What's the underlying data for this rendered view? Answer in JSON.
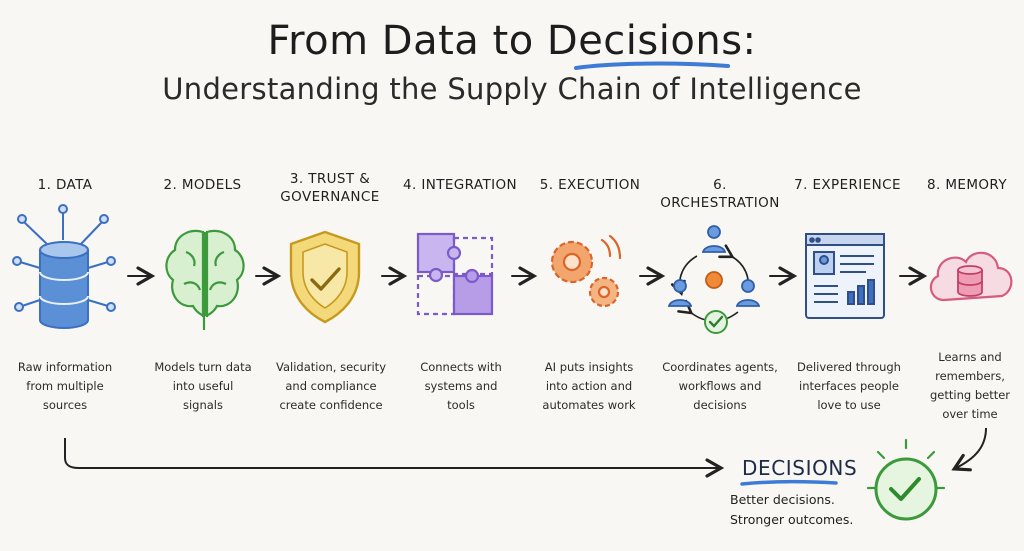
{
  "title": "From Data to Decisions:",
  "subtitle": "Understanding the Supply Chain of Intelligence",
  "steps": [
    {
      "label": "1. Data",
      "desc": [
        "Raw information",
        "from multiple",
        "sources"
      ],
      "icon": "database-icon"
    },
    {
      "label": "2. Models",
      "desc": [
        "Models turn data",
        "into useful",
        "signals"
      ],
      "icon": "brain-icon"
    },
    {
      "label": [
        "3. Trust &",
        "Governance"
      ],
      "desc": [
        "Validation, security",
        "and compliance",
        "create confidence"
      ],
      "icon": "shield-check-icon"
    },
    {
      "label": "4. Integration",
      "desc": [
        "Connects with",
        "systems and",
        "tools"
      ],
      "icon": "puzzle-icon"
    },
    {
      "label": "5. Execution",
      "desc": [
        "AI puts insights",
        "into action and",
        "automates work"
      ],
      "icon": "gears-icon"
    },
    {
      "label": "6. Orchestration",
      "desc": [
        "Coordinates agents,",
        "workflows and",
        "decisions"
      ],
      "icon": "orchestration-icon"
    },
    {
      "label": "7. Experience",
      "desc": [
        "Delivered through",
        "interfaces people",
        "love to use"
      ],
      "icon": "dashboard-icon"
    },
    {
      "label": "8. Memory",
      "desc": [
        "Learns and",
        "remembers,",
        "getting better",
        "over time"
      ],
      "icon": "cloud-database-icon"
    }
  ],
  "decisions": {
    "title": "Decisions",
    "text": [
      "Better decisions.",
      "Stronger outcomes."
    ],
    "icon": "check-circle-icon"
  },
  "colors": {
    "ink": "#222222",
    "blue": "#3a6fc1",
    "green": "#3c9a3c",
    "gold": "#d2a82a",
    "purple": "#7b5bc9",
    "orange": "#e8772a",
    "pink": "#d65b7c",
    "accent_underline": "#3e7bd6"
  }
}
